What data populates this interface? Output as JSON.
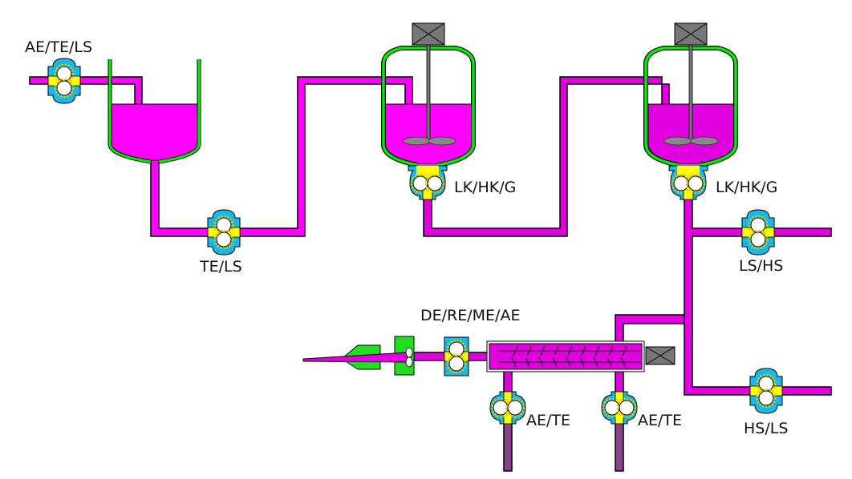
{
  "diagram": {
    "title": "Process flow: feed tank, two agitated reactors, extruder line",
    "colors": {
      "fluid_primary": "#ff00ff",
      "fluid_secondary": "#e000e0",
      "tank_wall": "#00ee00",
      "pump_body": "#1ab8e8",
      "pump_core": "#ffff00",
      "motor": "#777777",
      "drain_pipe": "#884488",
      "die": "#22dd22"
    },
    "labels": {
      "inlet_pump": "AE/TE/LS",
      "transfer_pump": "TE/LS",
      "reactor1_pump": "LK/HK/G",
      "reactor2_pump": "LK/HK/G",
      "branch_upper_pump": "LS/HS",
      "branch_lower_pump": "HS/LS",
      "extruder_pump": "DE/RE/ME/AE",
      "feed_pump_left": "AE/TE",
      "feed_pump_right": "AE/TE"
    },
    "components": [
      {
        "name": "feed-tank",
        "type": "open-tank"
      },
      {
        "name": "reactor-1",
        "type": "agitated-vessel"
      },
      {
        "name": "reactor-2",
        "type": "agitated-vessel"
      },
      {
        "name": "extruder",
        "type": "screw-extruder"
      },
      {
        "name": "die",
        "type": "nozzle"
      }
    ]
  }
}
